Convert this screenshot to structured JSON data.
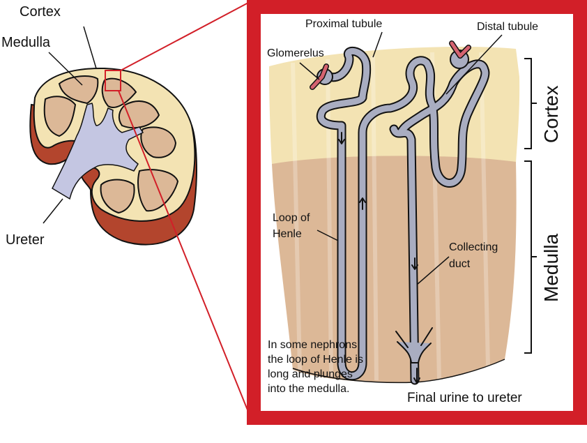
{
  "colors": {
    "frame_red": "#d21f28",
    "cortex_fill": "#f3e3b3",
    "medulla_fill": "#dcb897",
    "capsule_dark": "#b3452d",
    "pelvis_blue": "#c4c6e2",
    "tubule_gray": "#a9adc1",
    "vessel_pink": "#d56370",
    "outline": "#111111"
  },
  "kidney": {
    "labels": {
      "cortex": "Cortex",
      "medulla": "Medulla",
      "ureter": "Ureter"
    }
  },
  "nephron": {
    "labels": {
      "proximal_tubule": "Proximal tubule",
      "distal_tubule": "Distal tubule",
      "glomerulus": "Glomerelus",
      "loop_of_henle_line1": "Loop of",
      "loop_of_henle_line2": "Henle",
      "collecting_duct_line1": "Collecting",
      "collecting_duct_line2": "duct",
      "final_urine": "Final urine to ureter"
    },
    "zones": {
      "cortex": "Cortex",
      "medulla": "Medulla"
    },
    "note_lines": [
      "In some nephrons,",
      "the loop of Henle is",
      "long and plunges",
      "into the medulla."
    ]
  }
}
